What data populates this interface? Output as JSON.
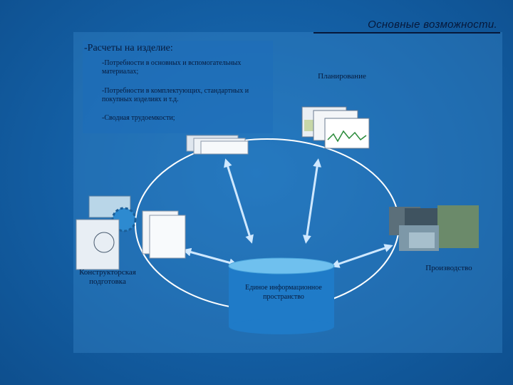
{
  "slide": {
    "title": "Основные возможности.",
    "calculations": {
      "heading": "-Расчеты на изделие:",
      "items": [
        "-Потребности в основных и вспомогательных материалах;",
        "-Потребности в комплектующих, стандартных и покупных изделиях и т.д.",
        "-Сводная трудоемкости;"
      ]
    },
    "nodes": {
      "planning": "Планирование",
      "design": "Конструкторская подготовка",
      "production": "Производство",
      "center": "Единое информационное пространство"
    }
  },
  "colors": {
    "background": "#135ea3",
    "ellipse": "#ffffff",
    "arrow": "#cfe8ff",
    "cylinder_body": "#1f7bc8",
    "cylinder_top": "#6fc0ee",
    "text": "#061a3c"
  }
}
